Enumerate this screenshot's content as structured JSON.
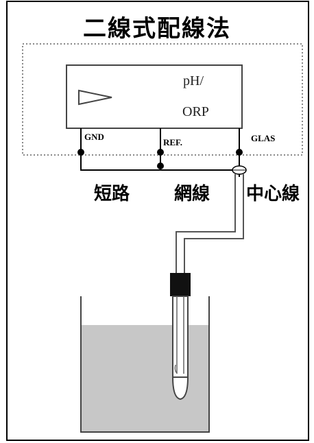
{
  "title": "二線式配線法",
  "meter": {
    "display_line1": "pH/",
    "display_line2": "ORP",
    "terminals": [
      "GND",
      "REF.",
      "GLAS"
    ]
  },
  "wire_labels": {
    "short": "短路",
    "shield": "網線",
    "core": "中心線"
  },
  "colors": {
    "line": "#000000",
    "solution": "#c7c7c7",
    "dotted_border": "#888888"
  }
}
